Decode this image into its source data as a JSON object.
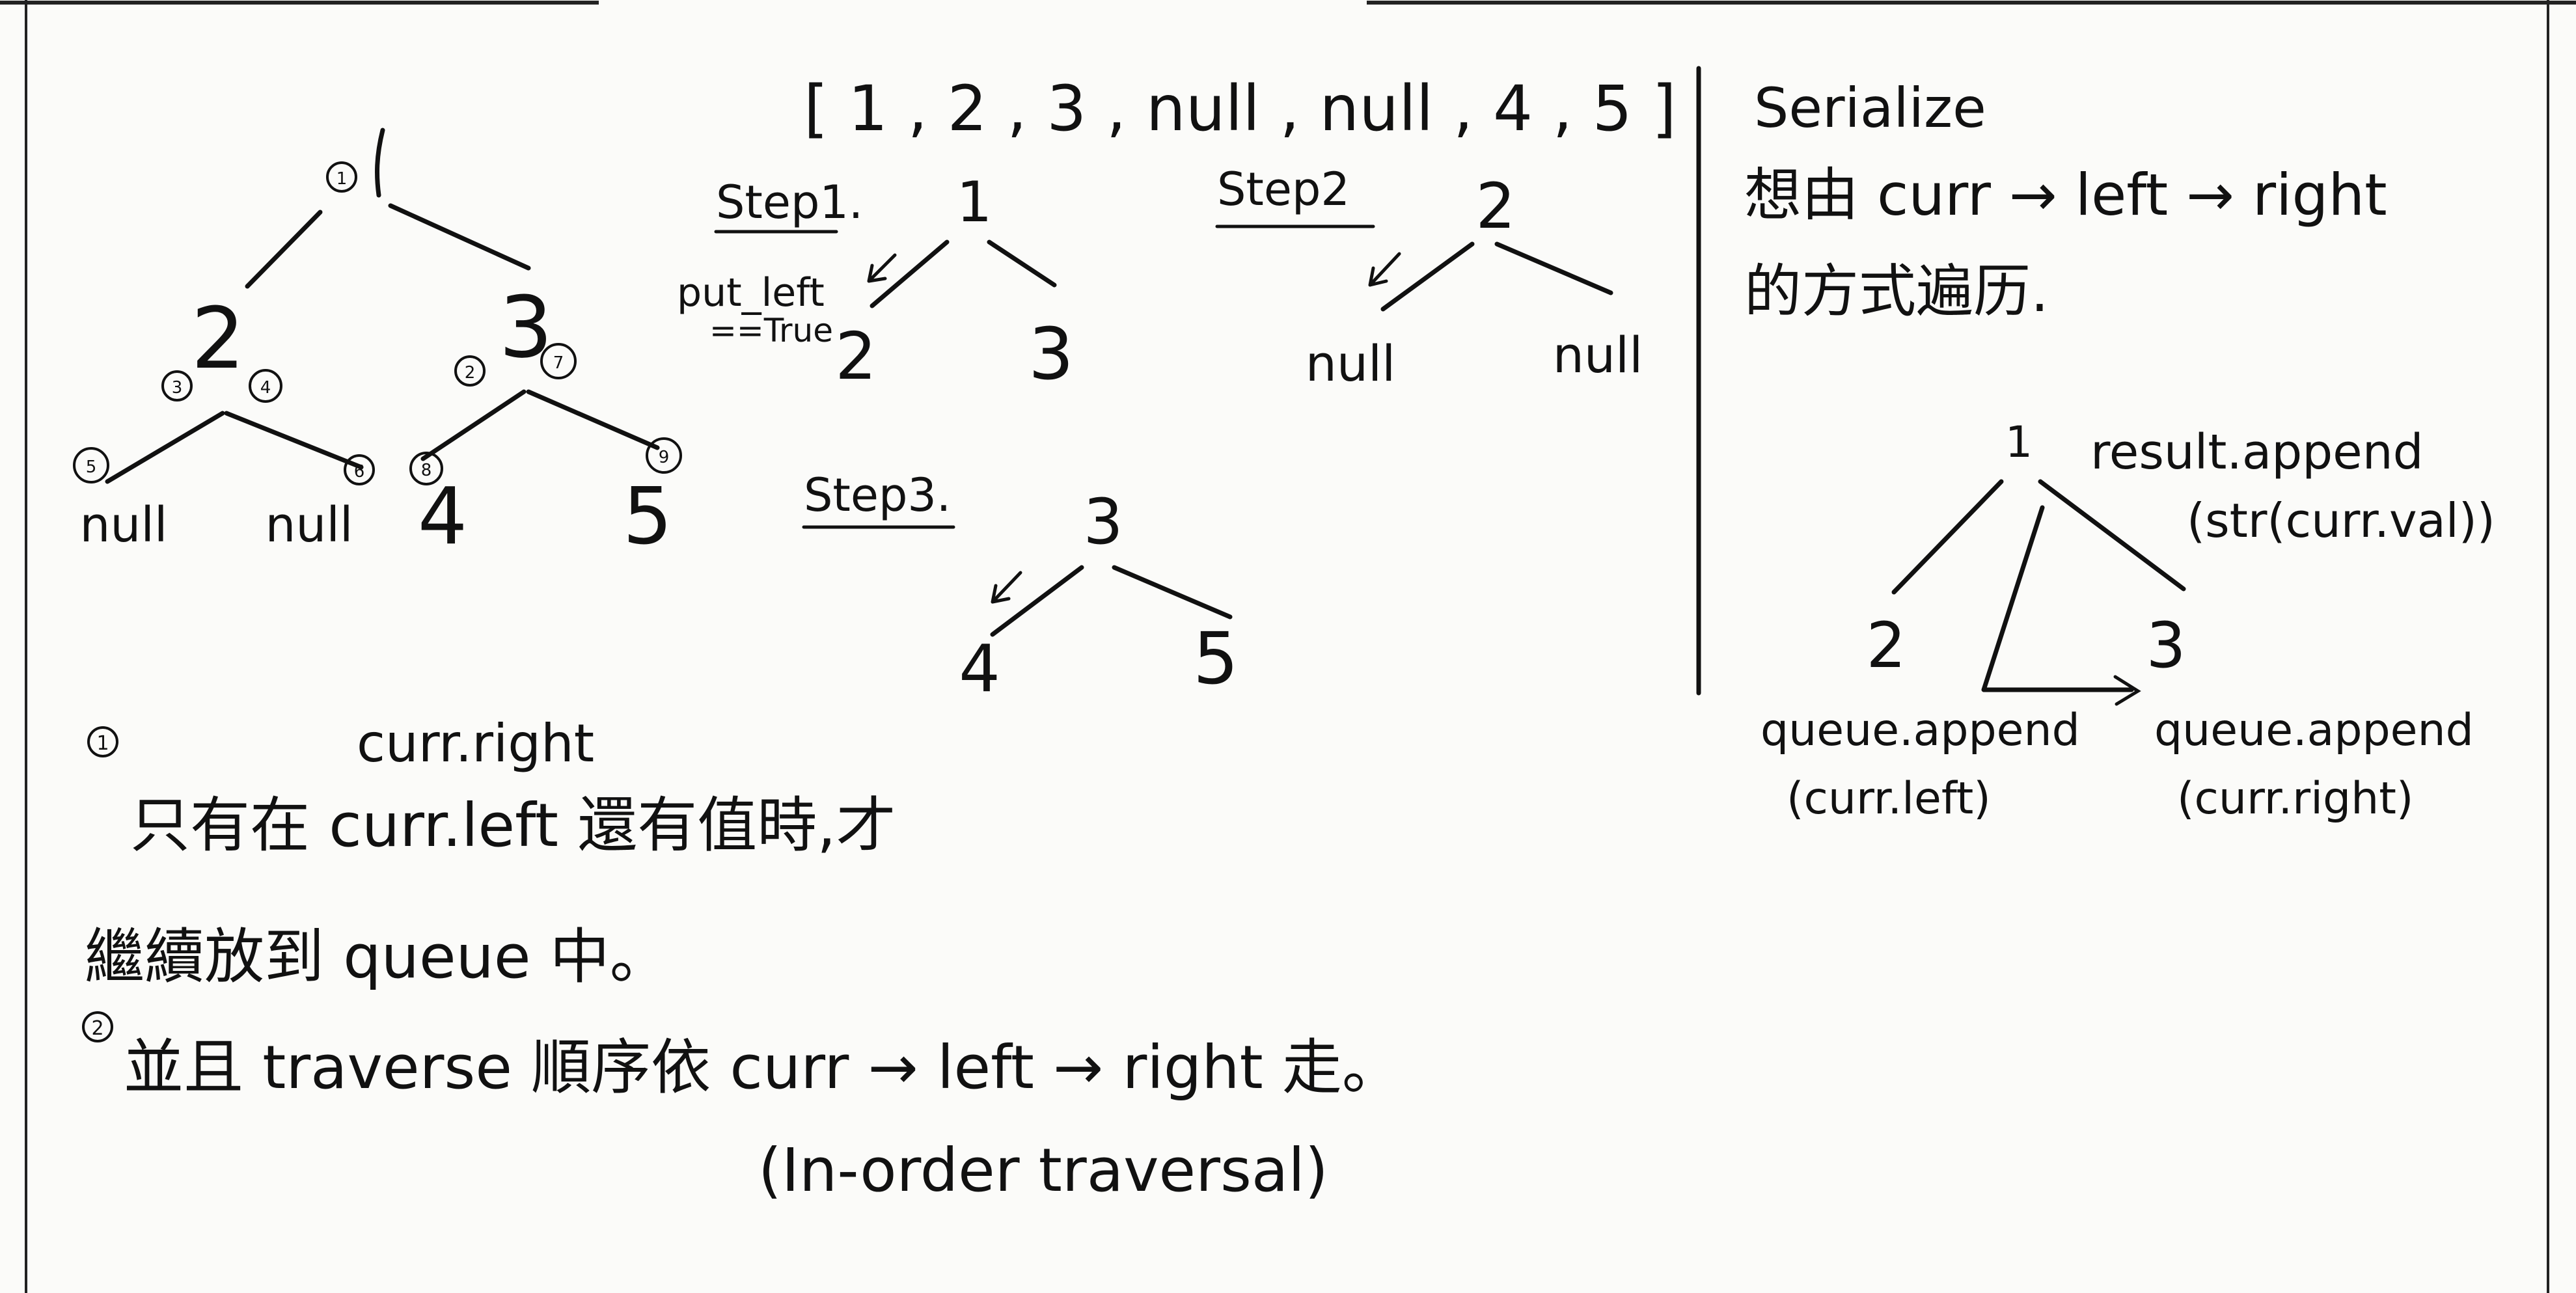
{
  "colors": {
    "paper": "#fbfbf9",
    "ink": "#111111"
  },
  "tree": {
    "root": "1",
    "left": "2",
    "right": "3",
    "left_left": "null",
    "left_right": "null",
    "right_left": "4",
    "right_right": "5",
    "badges": [
      "1",
      "2",
      "3",
      "4",
      "5",
      "6",
      "7",
      "8",
      "9"
    ]
  },
  "array_text": "[ 1 , 2 , 3 , null , null , 4 , 5 ]",
  "step1": {
    "label": "Step1.",
    "root": "1",
    "left": "2",
    "right": "3",
    "note_line1": "put_left",
    "note_line2": "==True"
  },
  "step2": {
    "label": "Step2",
    "root": "2",
    "left": "null",
    "right": "null"
  },
  "step3": {
    "label": "Step3.",
    "root": "3",
    "left": "4",
    "right": "5"
  },
  "serialize": {
    "title": "Serialize",
    "desc_line1": "想由 curr → left → right",
    "desc_line2": "的方式遍历.",
    "tree_root": "1",
    "tree_left": "2",
    "tree_right": "3",
    "result_line1": "result.append",
    "result_line2": "(str(curr.val))",
    "queue_left_line1": "queue.append",
    "queue_left_line2": "(curr.left)",
    "queue_right_line1": "queue.append",
    "queue_right_line2": "(curr.right)"
  },
  "notes": {
    "n1_num": "1",
    "n1_above": "curr.right",
    "n1_line1": "只有在 curr.left 還有值時,才",
    "n1_line2": "繼續放到 queue 中。",
    "n2_num": "2",
    "n2_line1": "並且 traverse 順序依 curr → left → right 走。",
    "n2_line2": "(In-order traversal)"
  }
}
